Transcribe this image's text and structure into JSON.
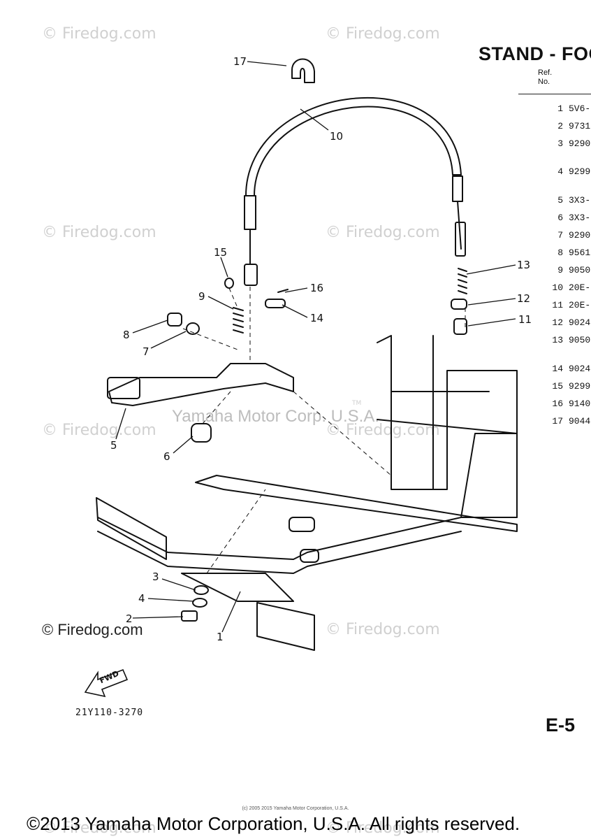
{
  "watermarks": {
    "firedog": "© Firedog.com",
    "yamaha_center": "Yamaha Motor Corp. U.S.A.",
    "tm": "TM"
  },
  "header": {
    "title": "STAND - FOO",
    "ref_label": "Ref.",
    "no_label": "No."
  },
  "parts": [
    {
      "ref": "1",
      "code": "5V6-"
    },
    {
      "ref": "2",
      "code": "9731"
    },
    {
      "ref": "3",
      "code": "9290"
    },
    {
      "ref": "4",
      "code": "9299"
    },
    {
      "ref": "5",
      "code": "3X3-"
    },
    {
      "ref": "6",
      "code": "3X3-"
    },
    {
      "ref": "7",
      "code": "9290"
    },
    {
      "ref": "8",
      "code": "9561"
    },
    {
      "ref": "9",
      "code": "9050"
    },
    {
      "ref": "10",
      "code": "20E-"
    },
    {
      "ref": "11",
      "code": "20E-"
    },
    {
      "ref": "12",
      "code": "9024"
    },
    {
      "ref": "13",
      "code": "9050"
    },
    {
      "ref": "14",
      "code": "9024"
    },
    {
      "ref": "15",
      "code": "9299"
    },
    {
      "ref": "16",
      "code": "9140"
    },
    {
      "ref": "17",
      "code": "9044"
    }
  ],
  "callouts": [
    "1",
    "2",
    "3",
    "4",
    "5",
    "6",
    "7",
    "8",
    "9",
    "10",
    "11",
    "12",
    "13",
    "14",
    "15",
    "16",
    "17"
  ],
  "fwd_label": "FWD",
  "diagram_code": "21Y110-3270",
  "page_code": "E-5",
  "small_copyright": "(c) 2005 2015 Yamaha Motor Corporation, U.S.A.",
  "copyright": "©2013 Yamaha Motor Corporation, U.S.A. All rights reserved.",
  "colors": {
    "ink": "#111111",
    "watermark": "#d0d0d0"
  }
}
